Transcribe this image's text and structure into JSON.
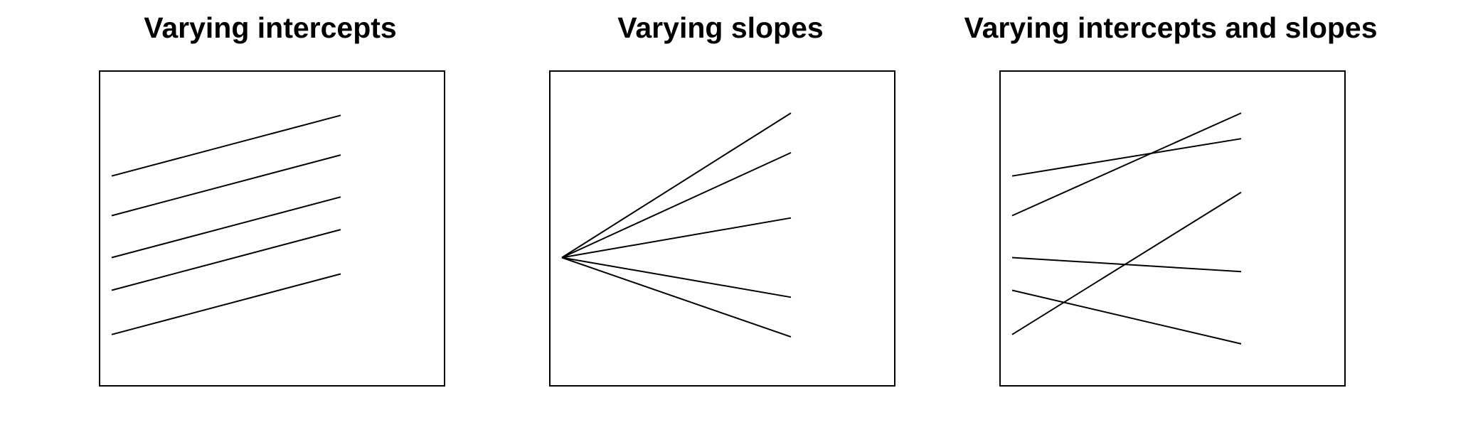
{
  "chart_data": [
    {
      "type": "line",
      "title": "Varying intercepts",
      "xlabel": "",
      "ylabel": "",
      "xlim": [
        0,
        1.5
      ],
      "ylim": [
        0,
        1.35
      ],
      "grid": false,
      "axes_ticks": false,
      "series": [
        {
          "x": [
            0,
            1
          ],
          "y": [
            0.9,
            1.16
          ]
        },
        {
          "x": [
            0,
            1
          ],
          "y": [
            0.73,
            0.99
          ]
        },
        {
          "x": [
            0,
            1
          ],
          "y": [
            0.55,
            0.81
          ]
        },
        {
          "x": [
            0,
            1
          ],
          "y": [
            0.41,
            0.67
          ]
        },
        {
          "x": [
            0,
            1
          ],
          "y": [
            0.22,
            0.48
          ]
        }
      ]
    },
    {
      "type": "line",
      "title": "Varying slopes",
      "xlabel": "",
      "ylabel": "",
      "xlim": [
        0,
        1.5
      ],
      "ylim": [
        0,
        1.35
      ],
      "grid": false,
      "axes_ticks": false,
      "series": [
        {
          "x": [
            0,
            1
          ],
          "y": [
            0.55,
            1.17
          ]
        },
        {
          "x": [
            0,
            1
          ],
          "y": [
            0.55,
            1.0
          ]
        },
        {
          "x": [
            0,
            1
          ],
          "y": [
            0.55,
            0.72
          ]
        },
        {
          "x": [
            0,
            1
          ],
          "y": [
            0.55,
            0.38
          ]
        },
        {
          "x": [
            0,
            1
          ],
          "y": [
            0.55,
            0.21
          ]
        }
      ]
    },
    {
      "type": "line",
      "title": "Varying intercepts and slopes",
      "xlabel": "",
      "ylabel": "",
      "xlim": [
        0,
        1.5
      ],
      "ylim": [
        0,
        1.35
      ],
      "grid": false,
      "axes_ticks": false,
      "series": [
        {
          "x": [
            0,
            1
          ],
          "y": [
            0.73,
            1.17
          ]
        },
        {
          "x": [
            0,
            1
          ],
          "y": [
            0.9,
            1.06
          ]
        },
        {
          "x": [
            0,
            1
          ],
          "y": [
            0.22,
            0.83
          ]
        },
        {
          "x": [
            0,
            1
          ],
          "y": [
            0.55,
            0.49
          ]
        },
        {
          "x": [
            0,
            1
          ],
          "y": [
            0.41,
            0.18
          ]
        }
      ]
    }
  ]
}
